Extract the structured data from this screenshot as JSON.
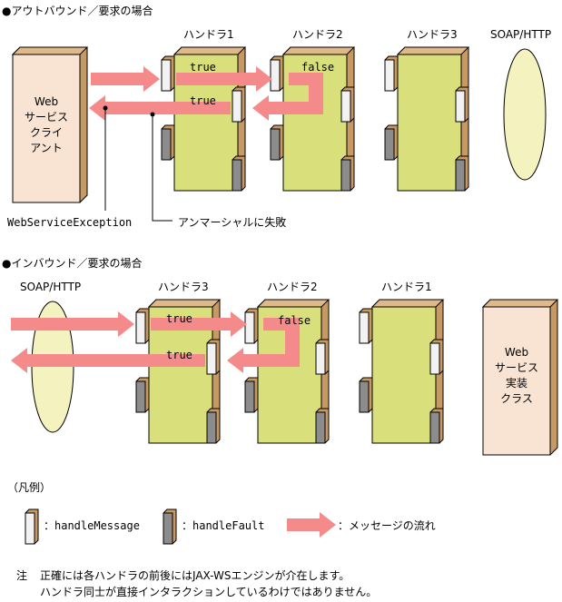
{
  "outbound": {
    "title": "●アウトバウンド／要求の場合",
    "handler_labels": [
      "ハンドラ1",
      "ハンドラ2",
      "ハンドラ3"
    ],
    "soap_label": "SOAP/HTTP",
    "client_lines": [
      "Web",
      "サービス",
      "クライ",
      "アント"
    ],
    "flags": [
      "true",
      "false",
      "true"
    ],
    "exception_label": "WebServiceException",
    "marshal_fail_label": "アンマーシャルに失敗"
  },
  "inbound": {
    "title": "●インバウンド／要求の場合",
    "soap_label": "SOAP/HTTP",
    "handler_labels": [
      "ハンドラ3",
      "ハンドラ2",
      "ハンドラ1"
    ],
    "service_lines": [
      "Web",
      "サービス",
      "実装",
      "クラス"
    ],
    "flags": [
      "true",
      "false",
      "true"
    ]
  },
  "legend": {
    "title": "（凡例）",
    "handle_message": "：handleMessage",
    "handle_fault": "：handleFault",
    "message_flow": "：メッセージの流れ"
  },
  "note": {
    "mark": "注",
    "line1": "正確には各ハンドラの前後にはJAX-WSエンジンが介在します。",
    "line2": "ハンドラ同士が直接インタラクションしているわけではありません。"
  },
  "colors": {
    "handler_fill": "#d9df7a",
    "handler_side": "#c79a63",
    "client_fill": "#f9e4d3",
    "ellipse_fill": "#f4f3bf",
    "arrow": "#f48a8a",
    "tab_white": "#f2f2f2",
    "tab_gray": "#8c8c8c"
  }
}
